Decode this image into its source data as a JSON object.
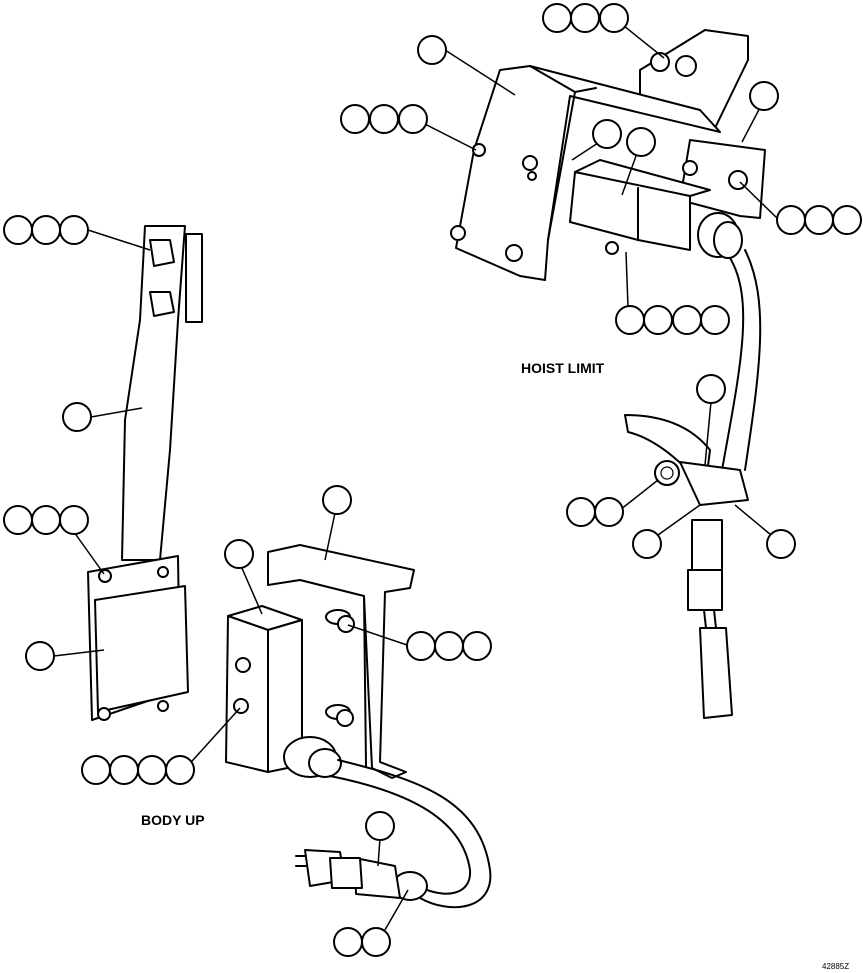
{
  "labels": {
    "hoist_limit": "HOIST LIMIT",
    "body_up": "BODY UP",
    "drawing_code": "42885Z"
  }
}
